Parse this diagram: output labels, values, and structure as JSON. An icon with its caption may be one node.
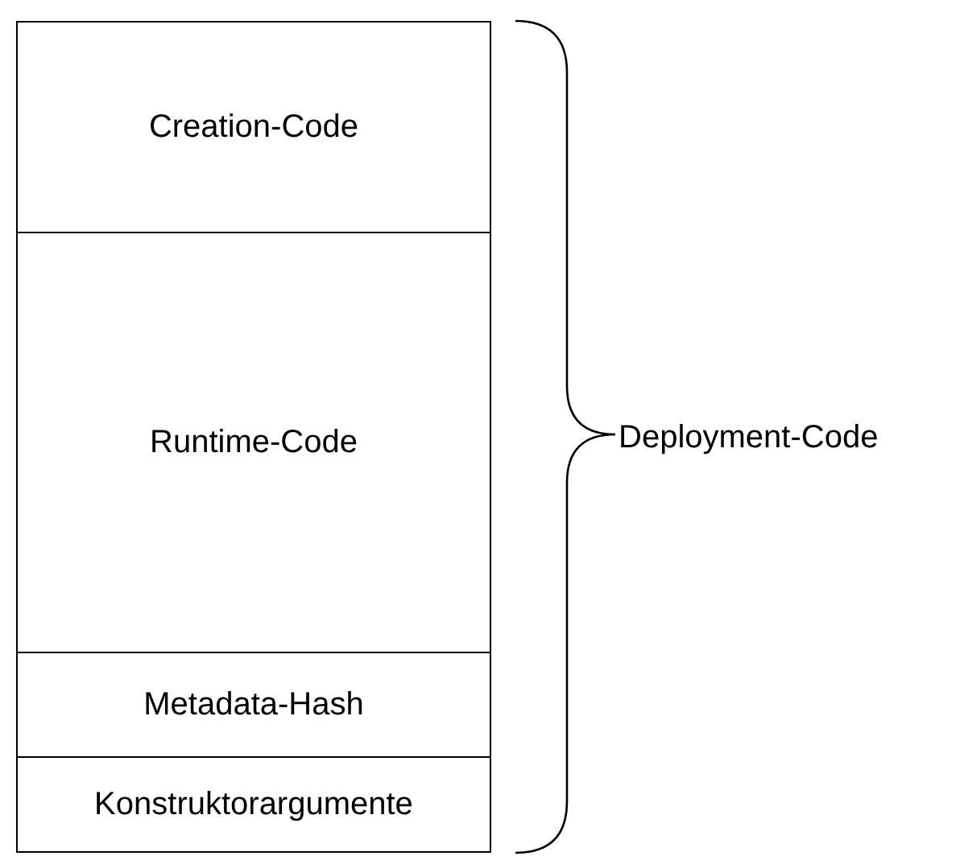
{
  "diagram": {
    "nodes": [
      {
        "text": [
          "Creation-Code"
        ]
      },
      {
        "text": [
          "Runtime-Code"
        ]
      },
      {
        "text": [
          "Metadata-Hash"
        ]
      },
      {
        "text": [
          "Konstruktorargumente"
        ]
      }
    ],
    "labels": [
      "Deployment-Code"
    ]
  }
}
